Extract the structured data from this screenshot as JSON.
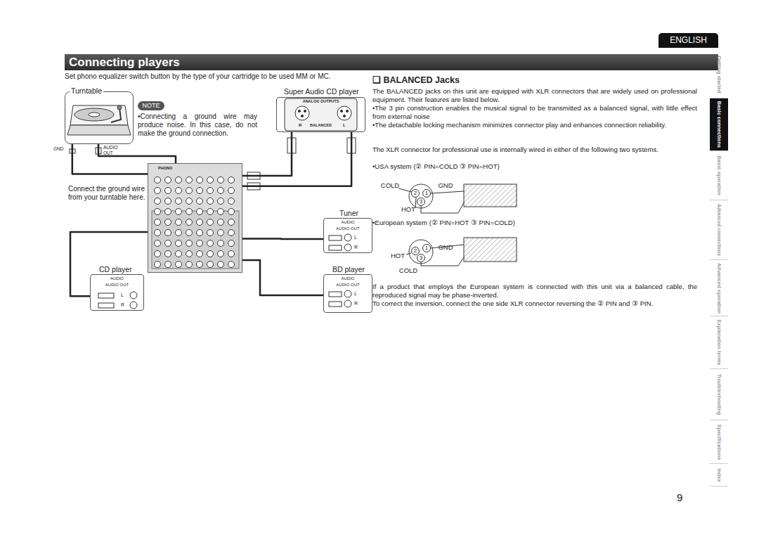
{
  "diagram": {
    "title": "Connecting players",
    "nodes": [
      {
        "text": [
          "Turntable"
        ]
      },
      {
        "text": [
          "NOTE"
        ]
      },
      {
        "text": [
          "Super Audio CD player",
          "ANALOG OUTPUTS",
          "BALANCED"
        ]
      },
      {
        "text": [
          "PHONO"
        ]
      },
      {
        "text": [
          "Tuner",
          "AUDIO",
          "AUDIO OUT"
        ]
      },
      {
        "text": [
          "BD player",
          "AUDIO",
          "AUDIO OUT"
        ]
      },
      {
        "text": [
          "CD player",
          "AUDIO",
          "AUDIO OUT"
        ]
      },
      {
        "text": [
          "ENGLISH"
        ]
      },
      {
        "text": [
          "Getting started"
        ]
      },
      {
        "text": [
          "Basic connections"
        ]
      },
      {
        "text": [
          "Basic operation"
        ]
      },
      {
        "text": [
          "Advanced connections"
        ]
      },
      {
        "text": [
          "Advanced operation"
        ]
      },
      {
        "text": [
          "Explanation terms"
        ]
      },
      {
        "text": [
          "Troubleshooting"
        ]
      },
      {
        "text": [
          "Specifications"
        ]
      },
      {
        "text": [
          "Index"
        ]
      }
    ],
    "edges": [
      {
        "from": 0,
        "to": 3,
        "arrow": "none"
      },
      {
        "from": 0,
        "to": 3,
        "arrow": "none"
      },
      {
        "from": 2,
        "to": 3,
        "arrow": "none"
      },
      {
        "from": 2,
        "to": 3,
        "arrow": "none"
      },
      {
        "from": 4,
        "to": 3,
        "arrow": "none"
      },
      {
        "from": 5,
        "to": 3,
        "arrow": "none"
      },
      {
        "from": 6,
        "to": 3,
        "arrow": "none"
      }
    ],
    "labels": [
      "Set phono equalizer switch button by the type of your cartridge to be used MM or MC.",
      "•Connecting a ground wire may produce noise. In this case, do not make the ground connection.",
      "GND",
      "AUDIO OUT",
      "Connect the ground wire from your turntable here.",
      "R",
      "L",
      "L",
      "R",
      "L",
      "R",
      "L",
      "R",
      "❑ BALANCED Jacks",
      "The BALANCED jacks on this unit are equipped with XLR connectors that are widely used on professional equipment. Their features are listed below.",
      "•The 3 pin construction enables the musical signal to be transmitted as a balanced signal, with little effect from external noise",
      "•The detachable locking mechanism minimizes connector play and enhances connection reliability.",
      "The XLR connector for professional use is internally wired in either of the following two systems.",
      "•USA system (② PIN=COLD ③ PIN=HOT)",
      "COLD",
      "GND",
      "2",
      "1",
      "3",
      "HOT",
      "•European system (② PIN=HOT ③ PIN=COLD)",
      "GND",
      "2",
      "1",
      "HOT",
      "3",
      "COLD",
      "If a product that employs the European system is connected with this unit via a balanced cable, the reproduced signal may be phase-inverted.",
      "To correct the inversion, connect the one side XLR connector reversing the ② PIN and ③ PIN.",
      "9"
    ]
  }
}
